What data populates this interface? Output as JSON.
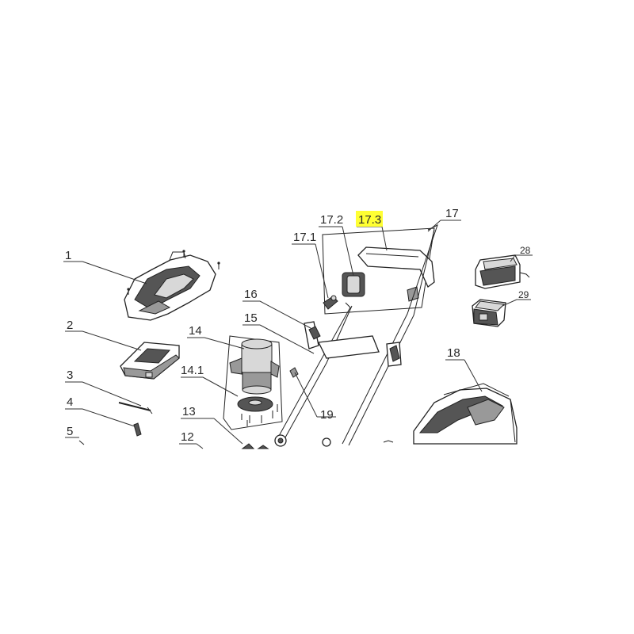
{
  "callouts": {
    "c1": "1",
    "c2": "2",
    "c3": "3",
    "c4": "4",
    "c5": "5",
    "c12": "12",
    "c13": "13",
    "c14": "14",
    "c14_1": "14.1",
    "c15": "15",
    "c16": "16",
    "c17": "17",
    "c17_1": "17.1",
    "c17_2": "17.2",
    "c17_3": "17.3",
    "c18": "18",
    "c19": "19",
    "c28": "28",
    "c29": "29"
  },
  "highlight": {
    "callout": "17.3",
    "color": "#ffff33"
  }
}
